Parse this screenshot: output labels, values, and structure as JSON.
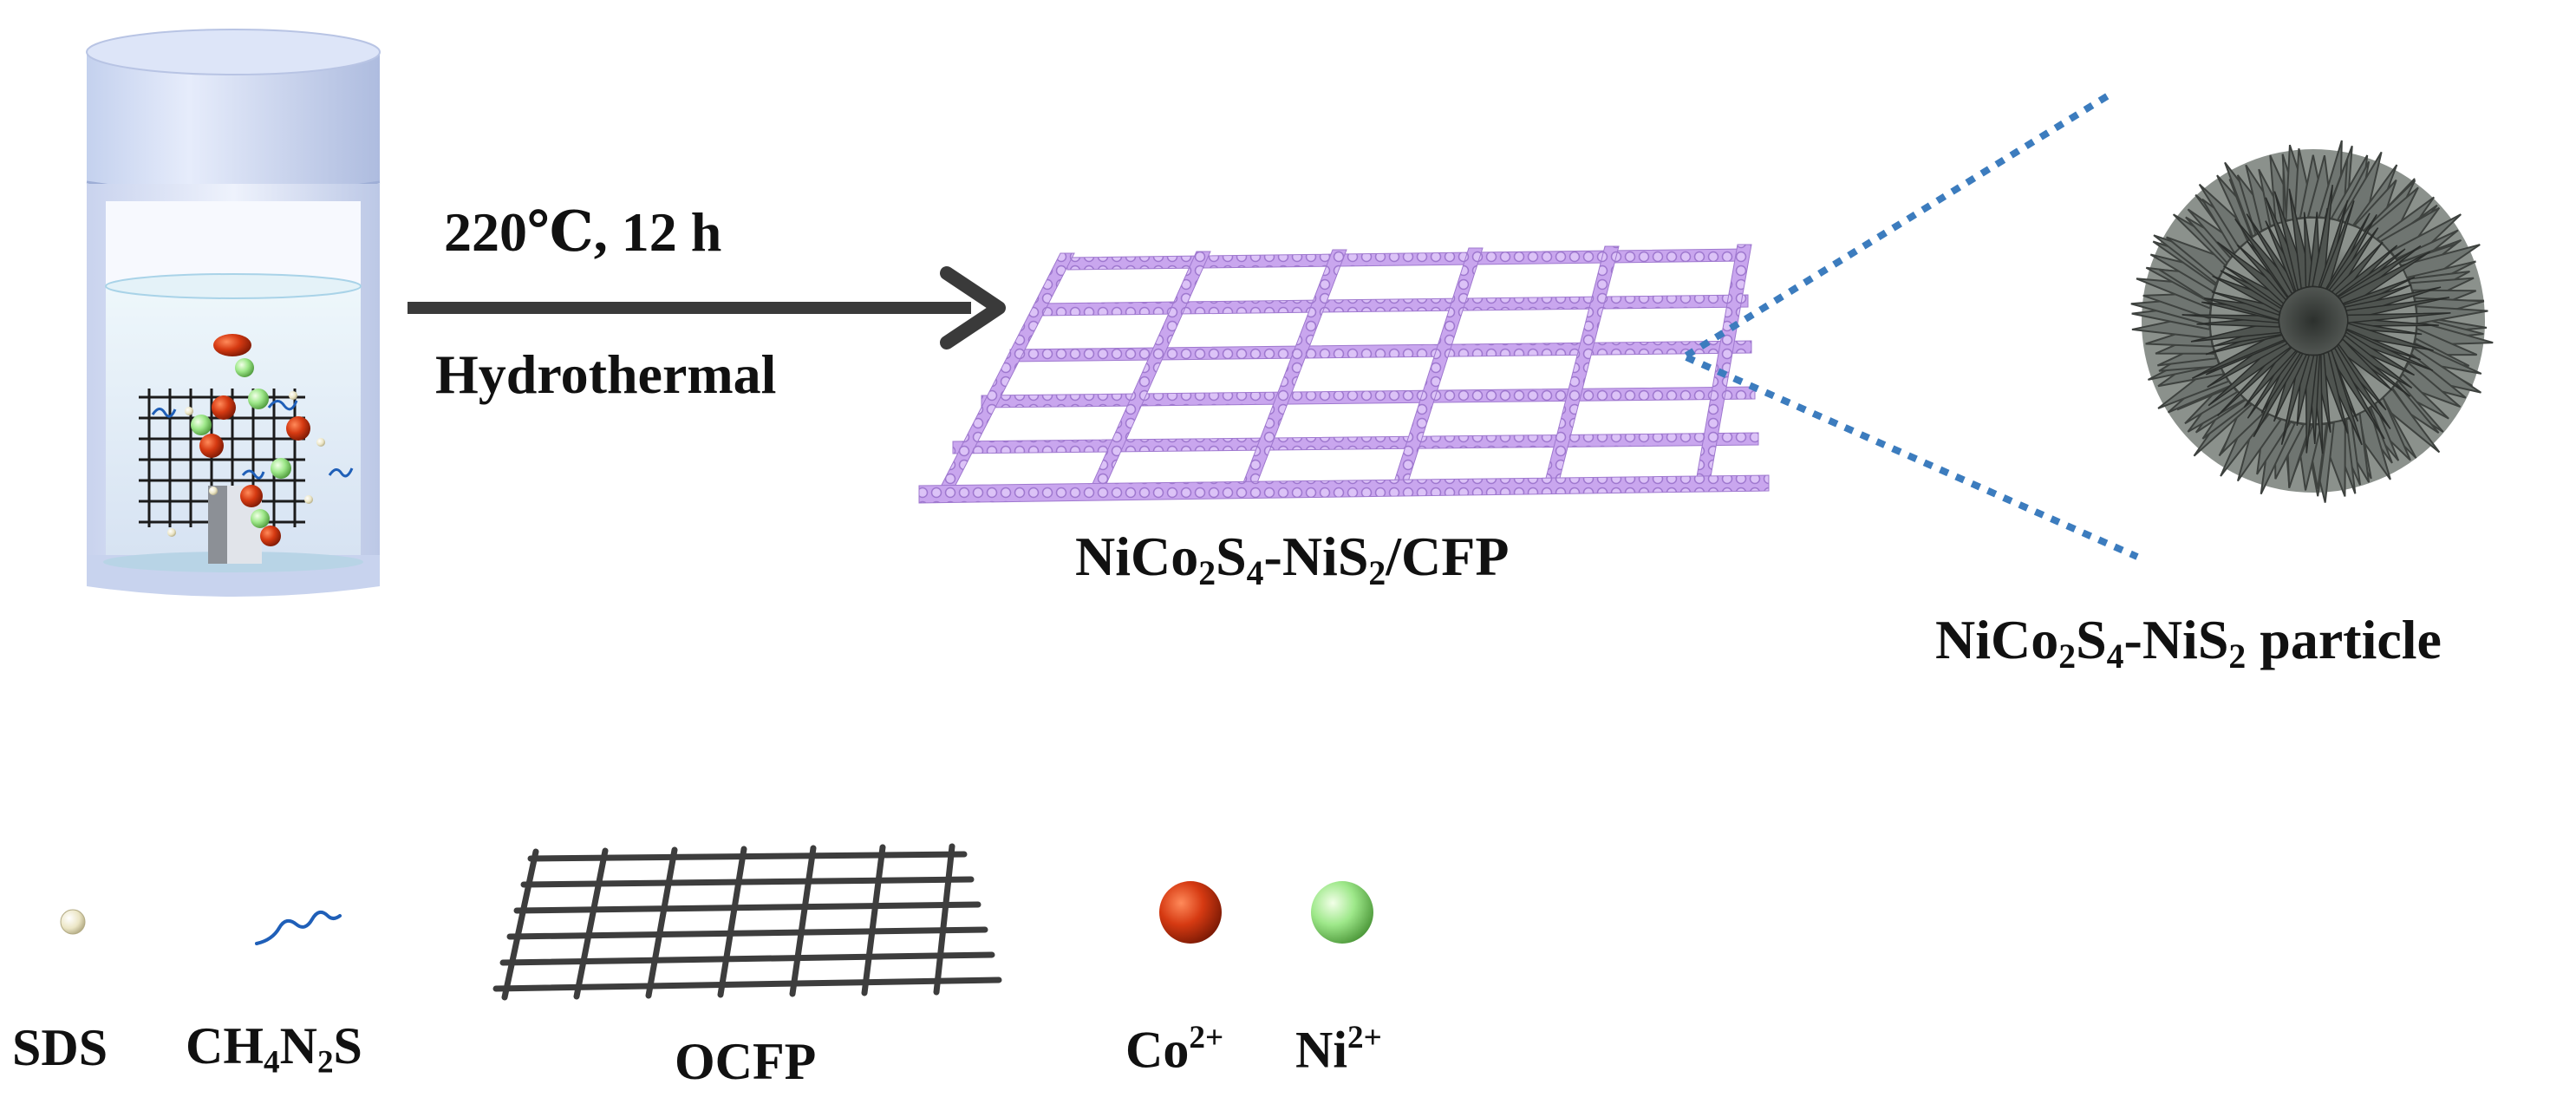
{
  "process": {
    "condition": "220℃, 12 h",
    "method": "Hydrothermal"
  },
  "product": {
    "label_parts": [
      "NiCo",
      "2",
      "S",
      "4",
      "-NiS",
      "2",
      "/CFP"
    ]
  },
  "particle": {
    "label_parts": [
      "NiCo",
      "2",
      "S",
      "4",
      "-NiS",
      "2",
      " particle"
    ]
  },
  "legend": {
    "sds": "SDS",
    "thiourea_parts": [
      "CH",
      "4",
      "N",
      "2",
      "S"
    ],
    "ocfp": "OCFP",
    "cobalt_parts": [
      "Co",
      "2+"
    ],
    "nickel_parts": [
      "Ni",
      "2+"
    ]
  },
  "colors": {
    "arrow": "#3a3a3a",
    "cfp_mesh": "#c9a6ee",
    "ocfp_mesh": "#3d3d3d",
    "cobalt_ion": "#d63a12",
    "nickel_ion": "#9ee88a",
    "sds": "#ece6c6",
    "thiourea_chain": "#1f5fb8",
    "zoom_lines": "#3c7cbe",
    "particle": "#5f6460"
  }
}
